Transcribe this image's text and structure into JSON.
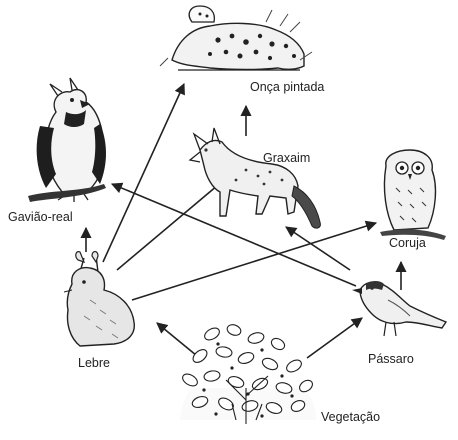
{
  "nodes": {
    "onca": {
      "label": "Onça pintada",
      "icon": "jaguar-icon"
    },
    "graxaim": {
      "label": "Graxaim",
      "icon": "fox-icon"
    },
    "gaviao": {
      "label": "Gavião-real",
      "icon": "harpy-eagle-icon"
    },
    "coruja": {
      "label": "Coruja",
      "icon": "owl-icon"
    },
    "lebre": {
      "label": "Lebre",
      "icon": "hare-icon"
    },
    "passaro": {
      "label": "Pássaro",
      "icon": "bird-icon"
    },
    "vegetacao": {
      "label": "Vegetação",
      "icon": "vegetation-icon"
    }
  },
  "edges": [
    {
      "from": "Vegetação",
      "to": "Lebre"
    },
    {
      "from": "Vegetação",
      "to": "Pássaro"
    },
    {
      "from": "Lebre",
      "to": "Gavião-real"
    },
    {
      "from": "Lebre",
      "to": "Onça pintada"
    },
    {
      "from": "Lebre",
      "to": "Graxaim"
    },
    {
      "from": "Lebre",
      "to": "Coruja"
    },
    {
      "from": "Pássaro",
      "to": "Gavião-real"
    },
    {
      "from": "Pássaro",
      "to": "Graxaim"
    },
    {
      "from": "Pássaro",
      "to": "Coruja"
    },
    {
      "from": "Graxaim",
      "to": "Onça pintada"
    }
  ],
  "colors": {
    "ink": "#222222",
    "background": "#ffffff"
  }
}
